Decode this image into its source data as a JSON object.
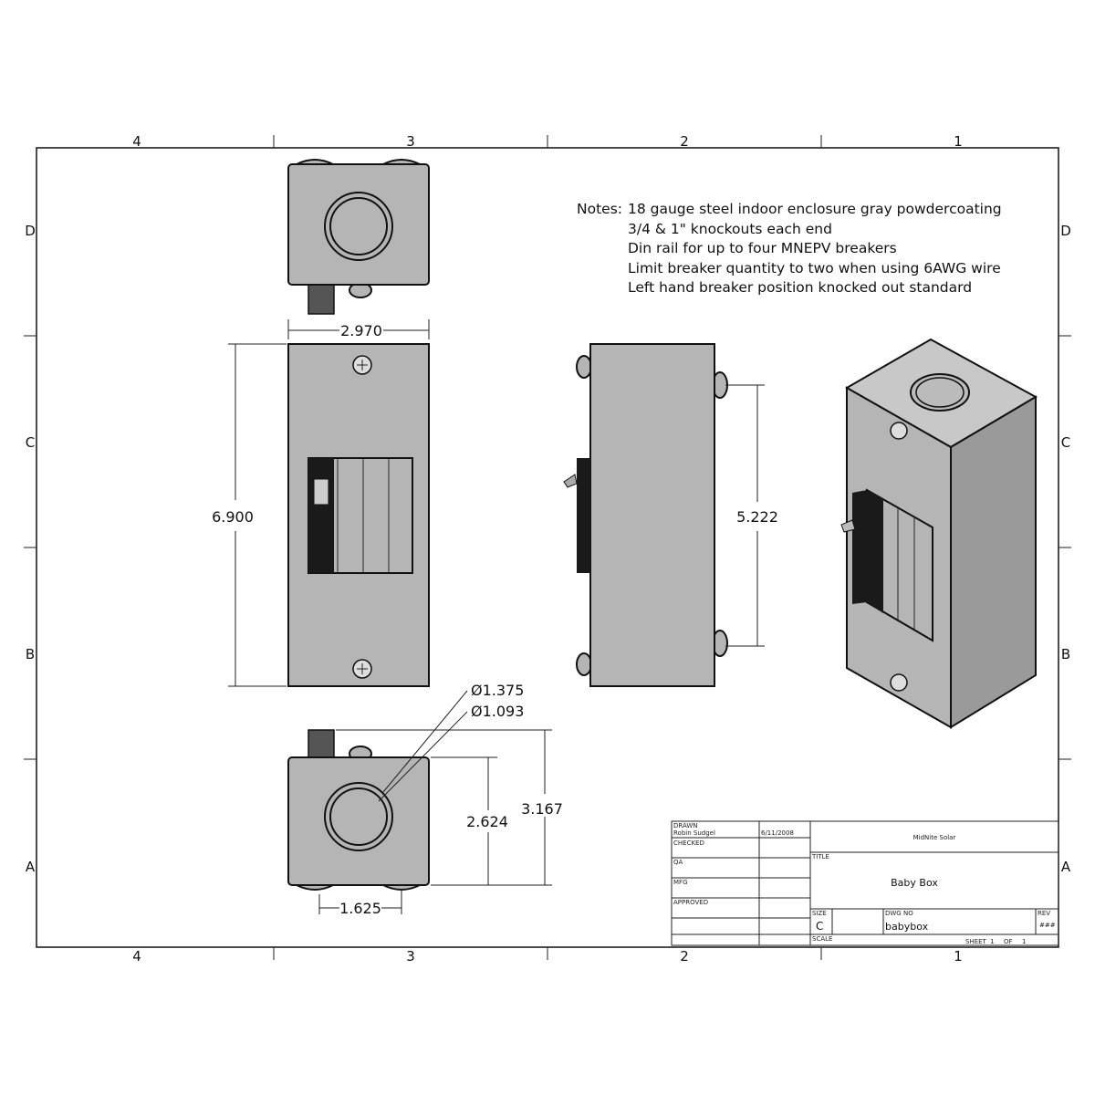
{
  "zones": {
    "columns": [
      "4",
      "3",
      "2",
      "1"
    ],
    "rows": [
      "D",
      "C",
      "B",
      "A"
    ]
  },
  "notes": {
    "label": "Notes:",
    "lines": [
      "18 gauge steel indoor enclosure gray powdercoating",
      "3/4 & 1\" knockouts each end",
      "Din rail for up to four MNEPV breakers",
      "Limit breaker quantity to two when using 6AWG wire",
      "Left hand breaker position knocked out standard"
    ]
  },
  "dimensions": {
    "width": "2.970",
    "height": "6.900",
    "side_mount": "5.222",
    "knockout_outer": "Ø1.375",
    "knockout_inner": "Ø1.093",
    "depth_body": "2.624",
    "depth_total": "3.167",
    "knockout_offset": "1.625"
  },
  "title_block": {
    "drawn_label": "DRAWN",
    "drawn_by": "Robin Sudgel",
    "date": "6/11/2008",
    "checked_label": "CHECKED",
    "qa_label": "QA",
    "mfg_label": "MFG",
    "approved_label": "APPROVED",
    "company": "MidNite Solar",
    "title_label": "TITLE",
    "title": "Baby Box",
    "size_label": "SIZE",
    "size": "C",
    "dwg_label": "DWG NO",
    "dwg_no": "babybox",
    "rev_label": "REV",
    "rev": "###",
    "scale_label": "SCALE",
    "sheet_label": "SHEET",
    "sheet": "1",
    "of_label": "OF",
    "sheet_total": "1"
  },
  "colors": {
    "part": "#b5b5b5",
    "breaker": "#1a1a1a"
  }
}
